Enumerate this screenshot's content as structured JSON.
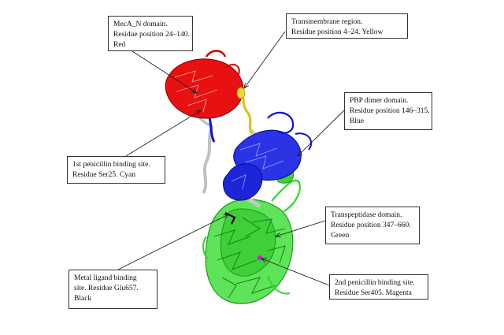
{
  "colors": {
    "meca_n_domain": "#e00000",
    "transmembrane": "#d4c41a",
    "pbp_dimer": "#0a12d8",
    "transpeptidase": "#2fd62a",
    "loop_grey": "#c8c8c8",
    "magenta_site": "#d81ad8",
    "black_site": "#000000",
    "callout_border": "#333333"
  },
  "callouts": {
    "meca_n": {
      "line1": "MecA_N domain.",
      "line2": "Residue position 24–140.",
      "line3": "Red"
    },
    "transmembrane": {
      "line1": "Transmembrane region.",
      "line2": "Residue position 4–24. Yellow"
    },
    "pbp_dimer": {
      "line1": "PBP dimer domain.",
      "line2": "Residue position 146–315.",
      "line3": "Blue"
    },
    "penicillin_site_1": {
      "line1": "1st penicillin binding site.",
      "line2": "Residue Ser25. Cyan"
    },
    "transpeptidase": {
      "line1": "Transpeptidase domain.",
      "line2": "Residue position 347–660.",
      "line3": "Green"
    },
    "metal_ligand": {
      "line1": "Metal ligand binding",
      "line2": "site. Residue Glu657.",
      "line3": "Black"
    },
    "penicillin_site_2": {
      "line1": "2nd penicillin binding site.",
      "line2": "Residue Ser405. Magenta"
    }
  }
}
